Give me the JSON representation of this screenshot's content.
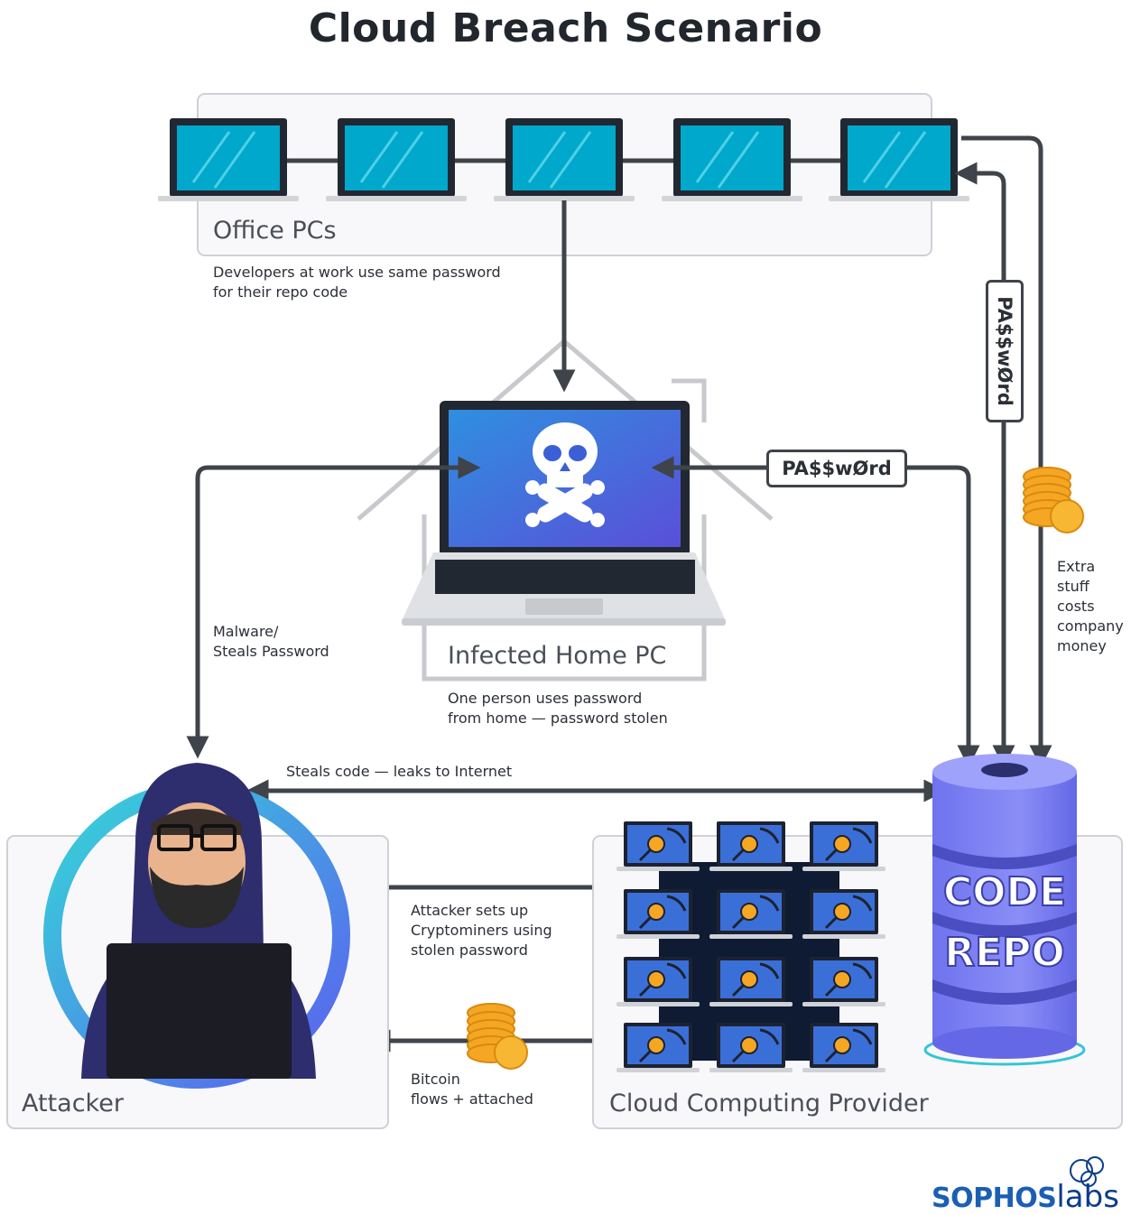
{
  "title": "Cloud Breach Scenario",
  "office": {
    "label": "Office PCs",
    "note_line1": "Developers at work use same password",
    "note_line2": "for their repo code"
  },
  "home": {
    "label": "Infected Home PC",
    "note_line1": "One person uses password",
    "note_line2": "from home — password stolen"
  },
  "password_tag": "PA$$wØrd",
  "malware_note": {
    "line1": "Malware/",
    "line2": "Steals Password"
  },
  "extra_costs_note": [
    "Extra",
    "stuff",
    "costs",
    "company",
    "money"
  ],
  "steals_code_note": "Steals code — leaks to Internet",
  "cryptominer_note": {
    "line1": "Attacker sets up",
    "line2": "Cryptominers using",
    "line3": "stolen password"
  },
  "bitcoin_note": {
    "line1": "Bitcoin",
    "line2": "flows + attached"
  },
  "attacker": {
    "label": "Attacker"
  },
  "cloud": {
    "label": "Cloud Computing Provider"
  },
  "repo": {
    "line1": "CODE",
    "line2": "REPO"
  },
  "logo": {
    "brand": "SOPHOS",
    "suffix": "labs"
  },
  "colors": {
    "screen_cyan": "#00a8cc",
    "repo_purple": "#7b7ff2",
    "arrow_dark": "#3f434a",
    "panel_border": "#cfd1d6",
    "home_screen_blue": "#3b6fd8",
    "coin_gold": "#f5a623"
  }
}
